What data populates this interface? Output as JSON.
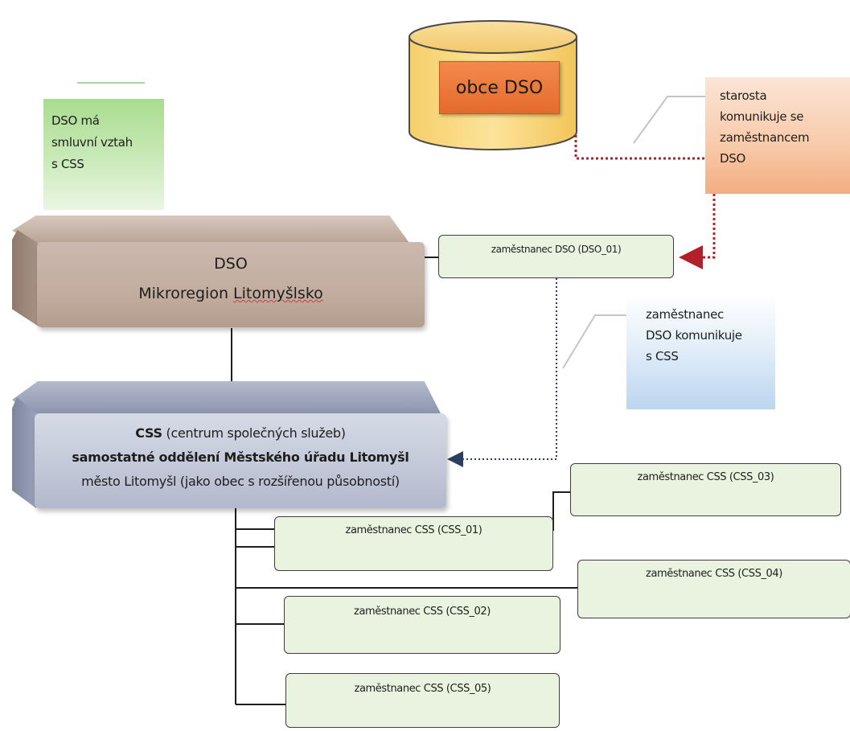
{
  "diagram": {
    "database": {
      "label": "obce DSO"
    },
    "notes": {
      "contract": [
        "DSO má",
        "smluvní vztah",
        "s CSS"
      ],
      "starosta": [
        "starosta",
        "komunikuje se",
        "zaměstnancem",
        "DSO"
      ],
      "communication": [
        "zaměstnanec",
        "DSO komunikuje",
        "s CSS"
      ]
    },
    "dso": {
      "title": "DSO",
      "name_prefix": "Mikroregion ",
      "name_word": "Litomyšlsko"
    },
    "css": {
      "line1_bold": "CSS",
      "line1_rest": " (centrum společných služeb)",
      "line2": "samostatné oddělení Městského úřadu Litomyšl",
      "line3": "město Litomyšl (jako obec s rozšířenou působností)"
    },
    "employees": {
      "dso_01": "zaměstnanec DSO (DSO_01)",
      "css_01": "zaměstnanec CSS (CSS_01)",
      "css_02": "zaměstnanec CSS (CSS_02)",
      "css_03": "zaměstnanec CSS (CSS_03)",
      "css_04": "zaměstnanec CSS (CSS_04)",
      "css_05": "zaměstnanec CSS (CSS_05)"
    },
    "colors": {
      "dotted_red": "#c0392b",
      "dotted_navy": "#3a4a6a",
      "callout_line": "#b8b8b8",
      "solid_line": "#1e1e1e"
    }
  }
}
